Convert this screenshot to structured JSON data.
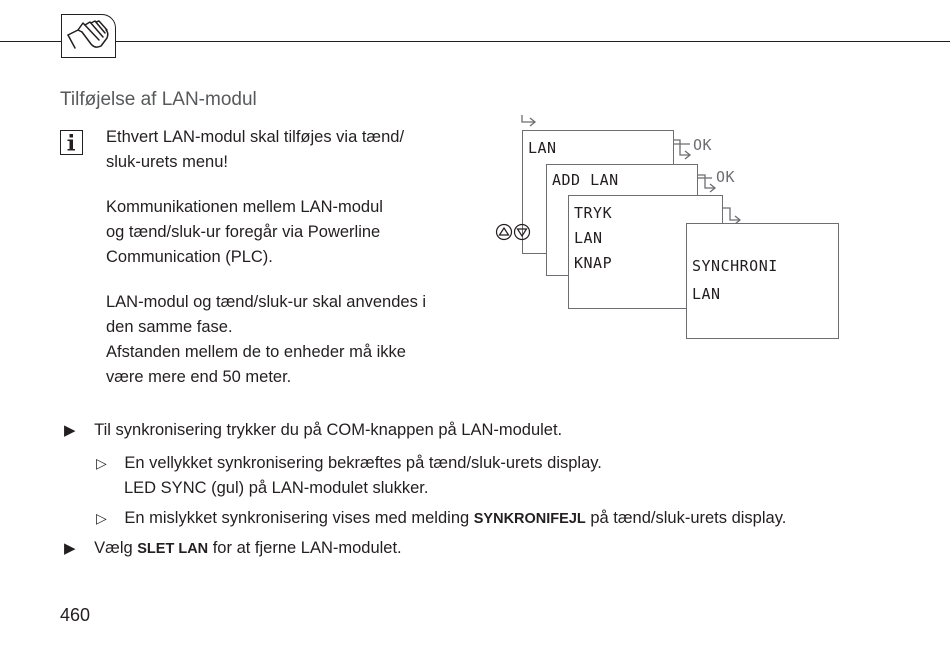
{
  "section_title": "Tilføjelse af LAN-modul",
  "icons": {
    "header": "hand-pointing-icon",
    "info": "info-icon",
    "bullet": "triangle-bullet-icon",
    "sub_bullet": "hollow-triangle-icon",
    "button": "arrow-button-icon"
  },
  "info_note": "Ethvert LAN-modul skal tilføjes via tænd/",
  "info_note_2": "sluk-urets menu!",
  "para_plc": [
    "Kommunikationen mellem LAN-modul",
    "og tænd/sluk-ur foregår via Powerline",
    "Communication (PLC)."
  ],
  "para_phase": [
    "LAN-modul og tænd/sluk-ur skal anvendes i",
    "den samme fase.",
    "Afstanden mellem de to enheder må ikke",
    "være mere end 50 meter."
  ],
  "step1": "Til synkronisering trykker du på COM-knappen på LAN-modulet.",
  "result1_line1": "En vellykket synkronisering bekræftes på tænd/sluk-urets display.",
  "result1_line2": "LED SYNC (gul) på LAN-modulet slukker.",
  "result2_before": "En mislykket synkronisering vises med melding ",
  "result2_keyword": "SYNKRONIFEJL",
  "result2_after": " på tænd/sluk-urets display.",
  "step2_before": "Vælg ",
  "step2_keyword": "SLET LAN",
  "step2_after": " for at fjerne LAN-modulet.",
  "page_number": "460",
  "diagram": {
    "screen1": "LAN",
    "screen2": "ADD LAN",
    "screen3": [
      "TRYK",
      "LAN",
      "KNAP"
    ],
    "screen4": [
      "SYNCHRONI",
      "LAN"
    ],
    "ok1": "OK",
    "ok2": "OK"
  }
}
